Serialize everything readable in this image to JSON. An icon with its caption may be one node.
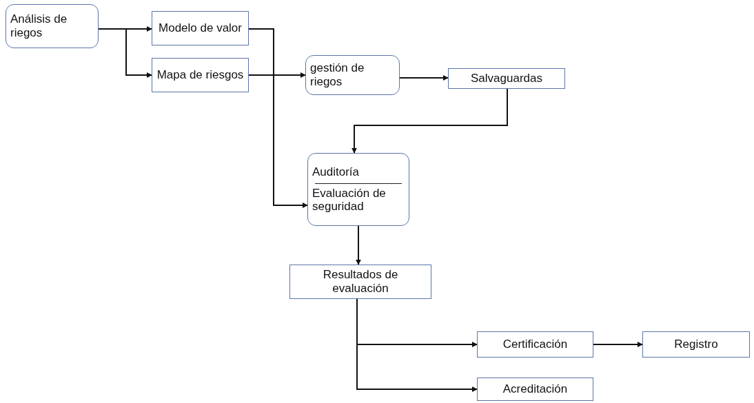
{
  "diagram": {
    "nodes": [
      {
        "text": [
          "Análisis de riegos"
        ]
      },
      {
        "text": [
          "Modelo de valor"
        ]
      },
      {
        "text": [
          "Mapa de riesgos"
        ]
      },
      {
        "text": [
          "gestión de riegos"
        ]
      },
      {
        "text": [
          "Salvaguardas"
        ]
      },
      {
        "text": [
          "Auditoría",
          "Evaluación de seguridad"
        ]
      },
      {
        "text": [
          "Resultados de evaluación"
        ]
      },
      {
        "text": [
          "Certificación"
        ]
      },
      {
        "text": [
          "Registro"
        ]
      },
      {
        "text": [
          "Acreditación"
        ]
      }
    ],
    "edges": [
      {
        "from": 0,
        "to": 1,
        "arrow": "to"
      },
      {
        "from": 0,
        "to": 2,
        "arrow": "to"
      },
      {
        "from": 1,
        "to": 5,
        "arrow": "to"
      },
      {
        "from": 2,
        "to": 3,
        "arrow": "to"
      },
      {
        "from": 3,
        "to": 4,
        "arrow": "to"
      },
      {
        "from": 4,
        "to": 5,
        "arrow": "to"
      },
      {
        "from": 5,
        "to": 6,
        "arrow": "to"
      },
      {
        "from": 6,
        "to": 7,
        "arrow": "to"
      },
      {
        "from": 6,
        "to": 9,
        "arrow": "to"
      },
      {
        "from": 7,
        "to": 8,
        "arrow": "to"
      }
    ]
  }
}
